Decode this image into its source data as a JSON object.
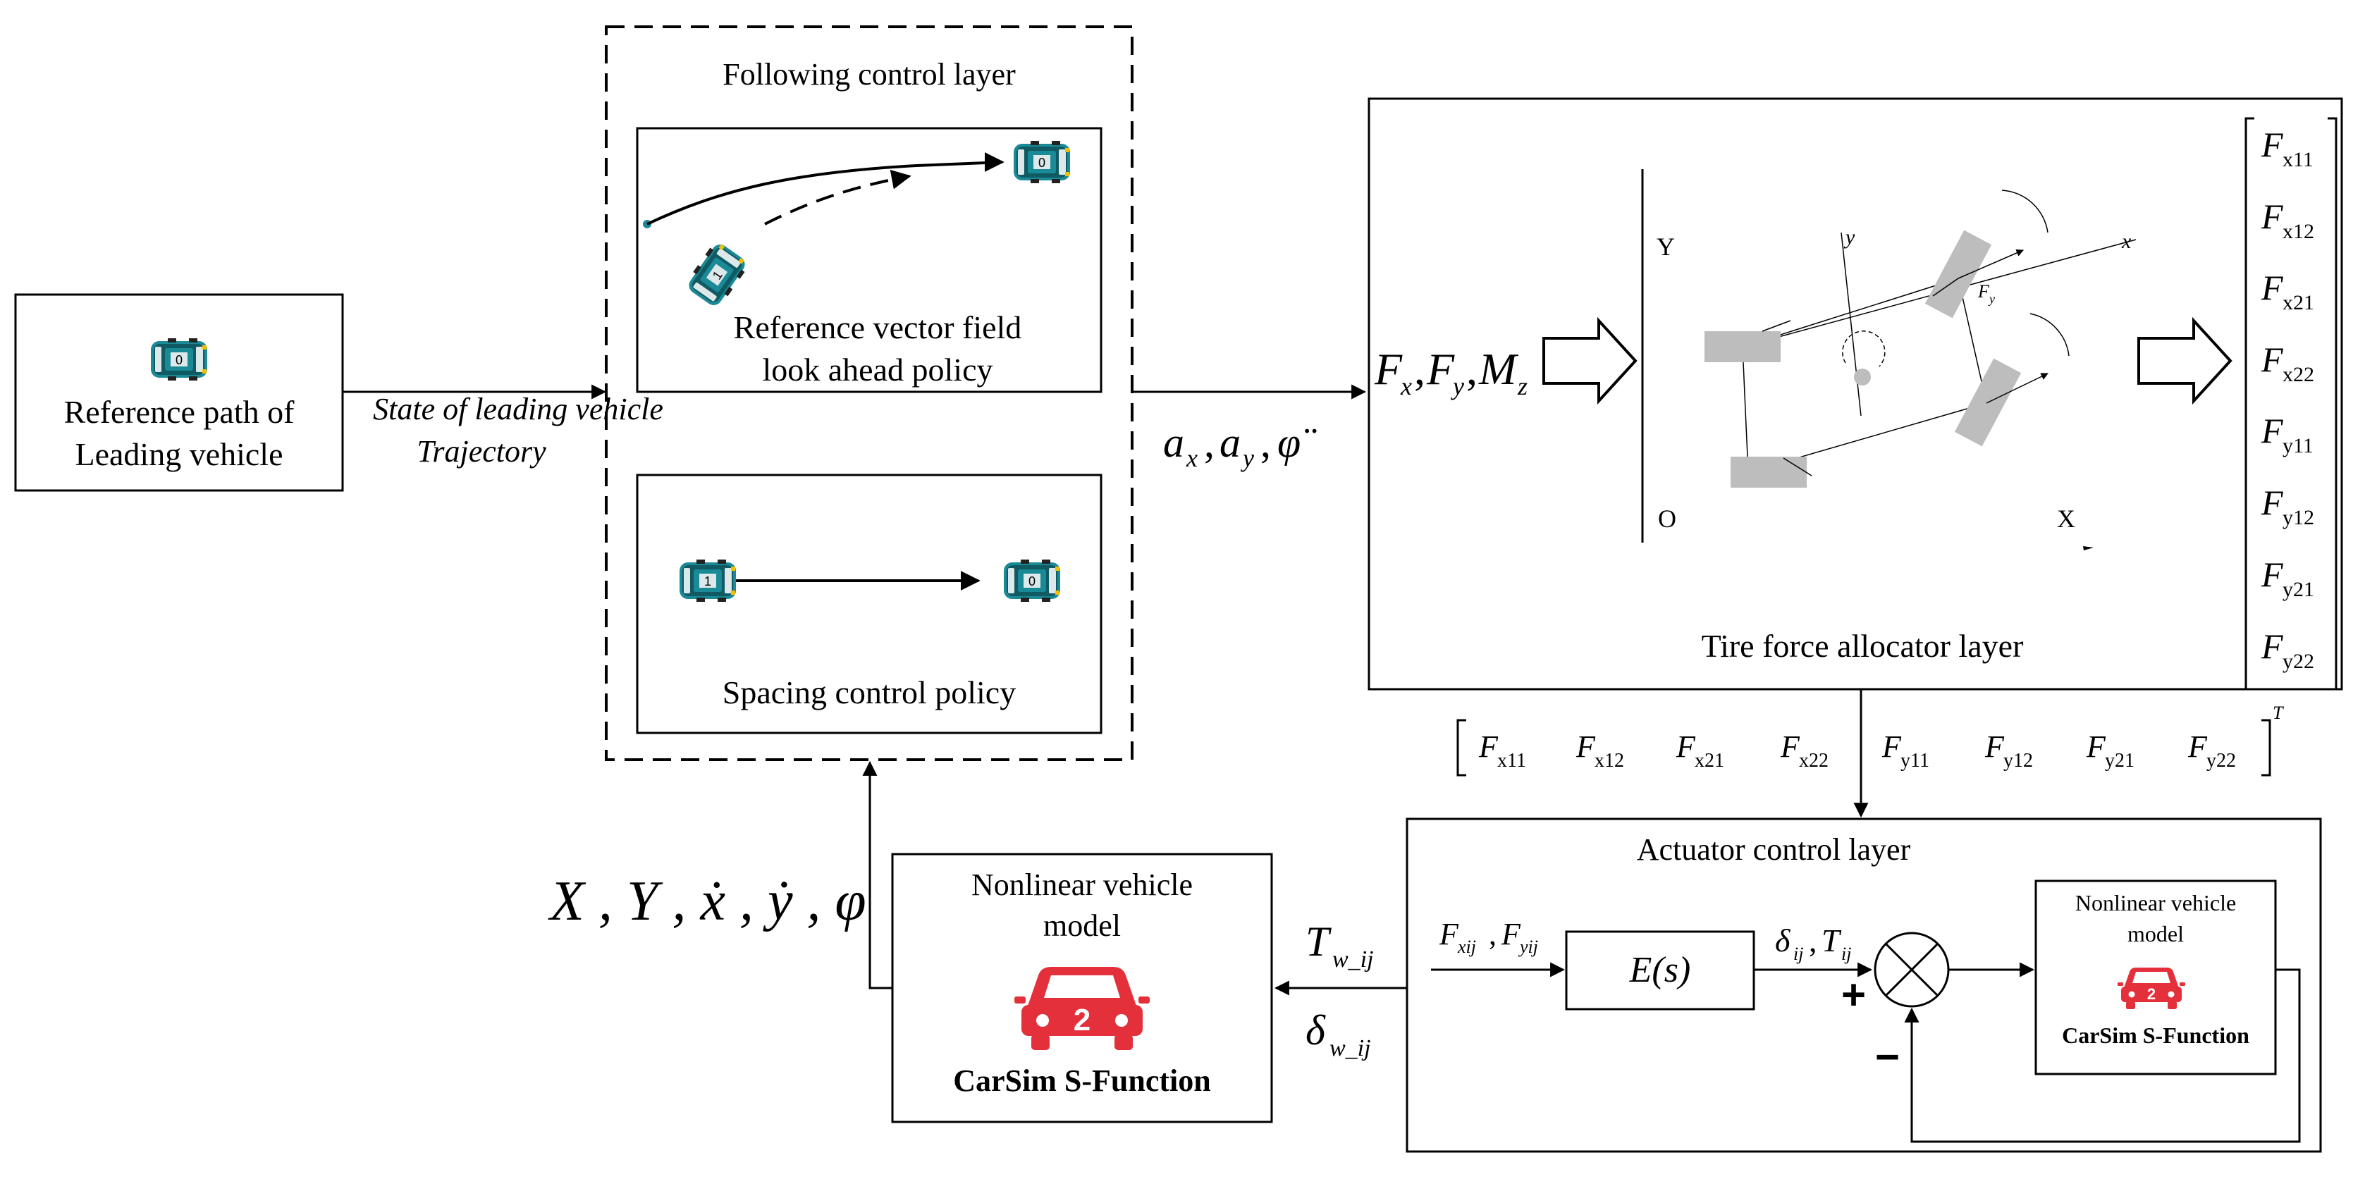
{
  "leader_box": {
    "label_line1": "Reference path of",
    "label_line2": "Leading vehicle",
    "car_number": "0"
  },
  "leader_arrow": {
    "label_line1": "State of leading vehicle",
    "label_line2": "Trajectory"
  },
  "following_layer": {
    "title": "Following control layer",
    "vector_field": {
      "label_line1": "Reference vector field",
      "label_line2": "look ahead policy",
      "leader_number": "0",
      "follower_number": "1"
    },
    "spacing": {
      "label": "Spacing control policy",
      "follower_number": "1",
      "leader_number": "0"
    }
  },
  "accel_signals": {
    "a": "a",
    "a_sub_x": "x",
    "a_sub_y": "y",
    "phi": "φ̈"
  },
  "tire_layer": {
    "title": "Tire force allocator layer",
    "input_F": "F",
    "input_sub_x": "x",
    "input_sub_y": "y",
    "input_M": "M",
    "input_sub_z": "z",
    "axis_Y": "Y",
    "axis_X": "X",
    "axis_O": "O",
    "axis_y": "y",
    "axis_x": "x",
    "force_sub_y": "y",
    "output_letter": "F",
    "output_subs": [
      "x11",
      "x12",
      "x21",
      "x22",
      "y11",
      "y12",
      "y21",
      "y22"
    ]
  },
  "force_vector": {
    "letter": "F",
    "subs": [
      "x11",
      "x12",
      "x21",
      "x22",
      "y11",
      "y12",
      "y21",
      "y22"
    ],
    "transpose": "T"
  },
  "actuator_layer": {
    "title": "Actuator control layer",
    "input_F": "F",
    "input_sub_x": "xij",
    "input_sub_y": "yij",
    "block": "E(s)",
    "delta": "δ",
    "delta_sub": "ij",
    "T": "T",
    "T_sub": "ij",
    "plus": "+",
    "minus": "−",
    "plant_line1": "Nonlinear vehicle",
    "plant_line2": "model",
    "plant_badge": "CarSim S-Function",
    "plant_car_number": "2"
  },
  "vehicle_model": {
    "label_line1": "Nonlinear vehicle",
    "label_line2": "model",
    "badge": "CarSim S-Function",
    "car_number": "2"
  },
  "actuator_outputs": {
    "T": "T",
    "T_sub": "w_ij",
    "delta": "δ",
    "delta_sub": "w_ij"
  },
  "feedback_state": {
    "label": "X , Y , ẋ , ẏ , φ"
  },
  "colors": {
    "line": "#000000",
    "car_body": "#1a8a96",
    "car_dark": "#0f5a63",
    "car_window": "#dce8ea",
    "red_car": "#e3303a",
    "tire_gray": "#bdbdbd"
  }
}
